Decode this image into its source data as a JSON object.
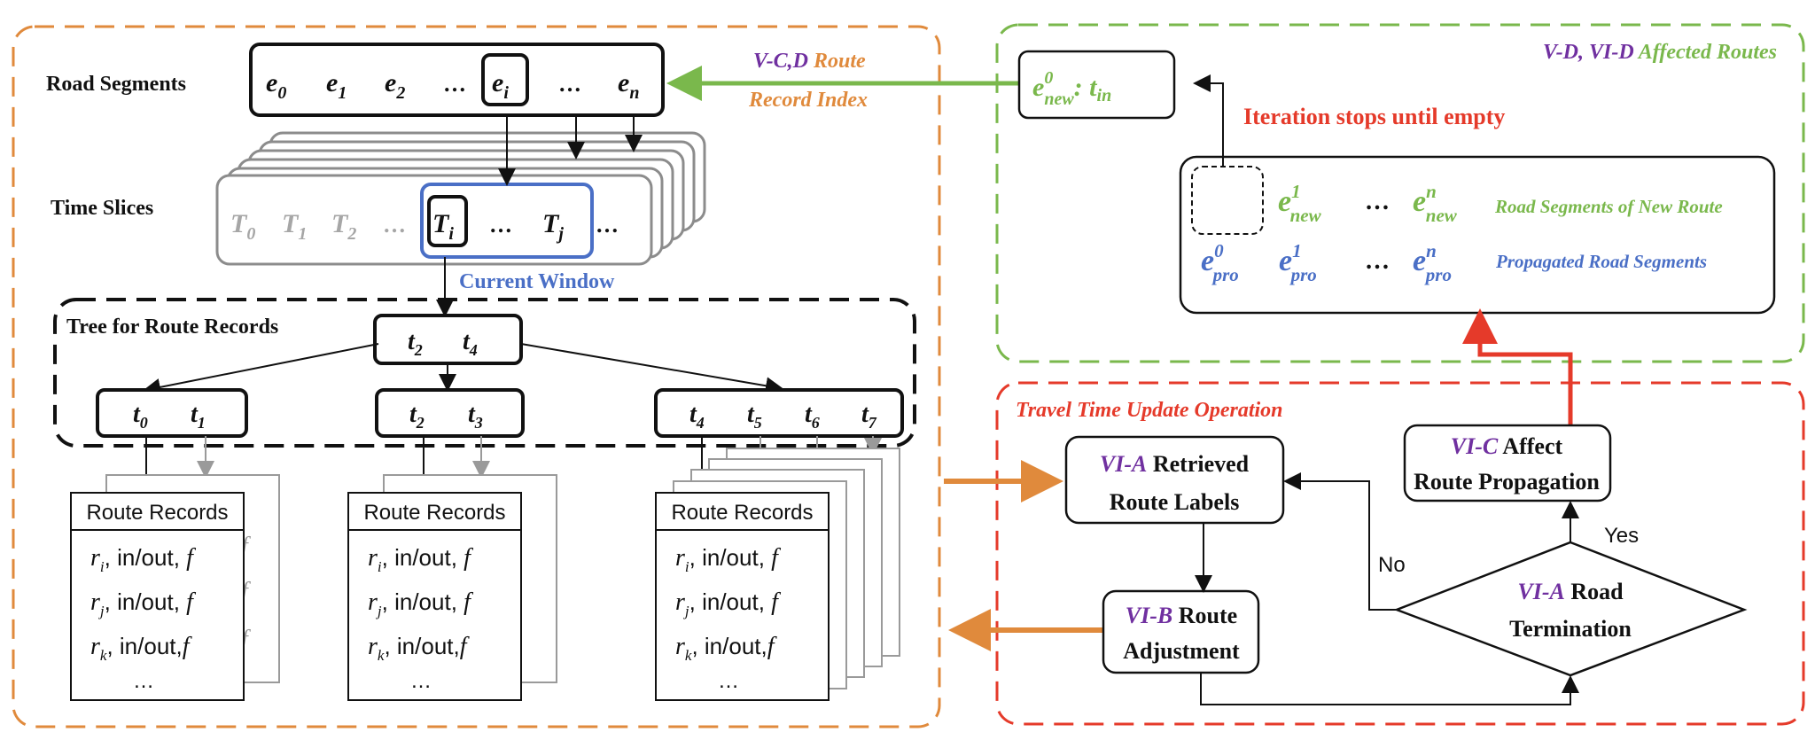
{
  "colors": {
    "orange": "#E08A3C",
    "green": "#7AB84C",
    "red": "#E53A2A",
    "purple": "#7030A0",
    "blue": "#4A6FC6",
    "gray": "#9A9A9A",
    "black": "#111111"
  },
  "left_panel": {
    "road_segments_label": "Road Segments",
    "road_segments": [
      "e",
      "e",
      "e",
      "…",
      "e",
      "…",
      "e"
    ],
    "road_segment_subs": [
      "0",
      "1",
      "2",
      "",
      "i",
      "",
      "n"
    ],
    "time_slices_label": "Time Slices",
    "time_slices": [
      "T",
      "T",
      "T",
      "…",
      "T",
      "…",
      "T",
      "…"
    ],
    "time_slice_subs": [
      "0",
      "1",
      "2",
      "",
      "i",
      "",
      "j",
      ""
    ],
    "current_window_label": "Current Window",
    "index_label_prefix": "V-C,D",
    "index_label_line1": "Route",
    "index_label_line2": "Record Index",
    "tree_label": "Tree for Route Records",
    "tree_root": [
      "t",
      "t"
    ],
    "tree_root_subs": [
      "2",
      "4"
    ],
    "tree_leaves": [
      {
        "t": [
          "t",
          "t"
        ],
        "subs": [
          "0",
          "1"
        ]
      },
      {
        "t": [
          "t",
          "t"
        ],
        "subs": [
          "2",
          "3"
        ]
      },
      {
        "t": [
          "t",
          "t",
          "t",
          "t"
        ],
        "subs": [
          "4",
          "5",
          "6",
          "7"
        ]
      }
    ],
    "records_header": "Route Records",
    "record_rows": [
      {
        "var": "r",
        "sub": "i",
        "text": ", in/out, ",
        "f": "f"
      },
      {
        "var": "r",
        "sub": "j",
        "text": ", in/out, ",
        "f": "f"
      },
      {
        "var": "r",
        "sub": "k",
        "text": ", in/out,",
        "f": "f"
      }
    ],
    "records_ellipsis": "…"
  },
  "affected_panel": {
    "title_prefix": "V-D, VI-D",
    "title_suffix": "Affected Routes",
    "new_entry_var": "e",
    "new_entry_sup": "0",
    "new_entry_sub": "new",
    "new_entry_sep": ": ",
    "new_entry_t": "t",
    "new_entry_t_sub": "in",
    "iteration_note": "Iteration stops until empty",
    "new_route_items": [
      {
        "sup": "1",
        "sub": "new"
      },
      {
        "sup": "n",
        "sub": "new"
      }
    ],
    "new_route_label": "Road Segments of New Route",
    "pro_items": [
      {
        "sup": "0",
        "sub": "pro"
      },
      {
        "sup": "1",
        "sub": "pro"
      },
      {
        "sup": "n",
        "sub": "pro"
      }
    ],
    "pro_label": "Propagated Road Segments",
    "ellipsis": "…"
  },
  "update_panel": {
    "title": "Travel Time Update Operation",
    "retrieved_prefix": "VI-A",
    "retrieved_line1": "Retrieved",
    "retrieved_line2": "Route Labels",
    "affect_prefix": "VI-C",
    "affect_line1": "Affect",
    "affect_line2": "Route Propagation",
    "adjust_prefix": "VI-B",
    "adjust_line1": "Route",
    "adjust_line2": "Adjustment",
    "term_prefix": "VI-A",
    "term_line1": "Road",
    "term_line2": "Termination",
    "no_label": "No",
    "yes_label": "Yes"
  }
}
